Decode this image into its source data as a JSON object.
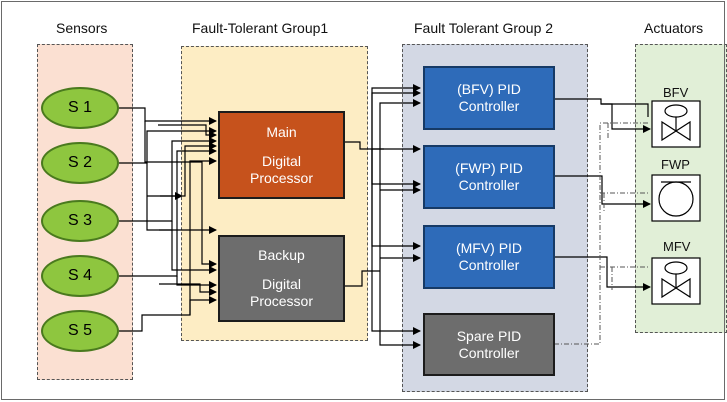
{
  "groups": {
    "sensors": "Sensors",
    "group1": "Fault-Tolerant Group1",
    "group2": "Fault Tolerant Group 2",
    "actuators": "Actuators"
  },
  "sensors": [
    "S 1",
    "S 2",
    "S 3",
    "S 4",
    "S 5"
  ],
  "processors": {
    "main": {
      "line1": "Main",
      "line2": "Digital",
      "line3": "Processor"
    },
    "backup": {
      "line1": "Backup",
      "line2": "Digital",
      "line3": "Processor"
    }
  },
  "controllers": [
    {
      "line1": "(BFV) PID",
      "line2": "Controller"
    },
    {
      "line1": "(FWP) PID",
      "line2": "Controller"
    },
    {
      "line1": "(MFV) PID",
      "line2": "Controller"
    },
    {
      "line1": "Spare PID",
      "line2": "Controller"
    }
  ],
  "actuators": [
    "BFV",
    "FWP",
    "MFV"
  ],
  "colors": {
    "sensor_fill": "#8ec63f",
    "main_processor": "#c6521c",
    "backup_processor": "#6d6d6d",
    "pid_controller": "#2e6bb9",
    "spare_controller": "#6d6d6d",
    "sensor_group_bg": "#fbe0d2",
    "group1_bg": "#fdedc4",
    "group2_bg": "#d3d8e4",
    "actuator_group_bg": "#e1efd7"
  },
  "icons": {
    "valve": "valve-icon",
    "pump": "pump-icon"
  }
}
